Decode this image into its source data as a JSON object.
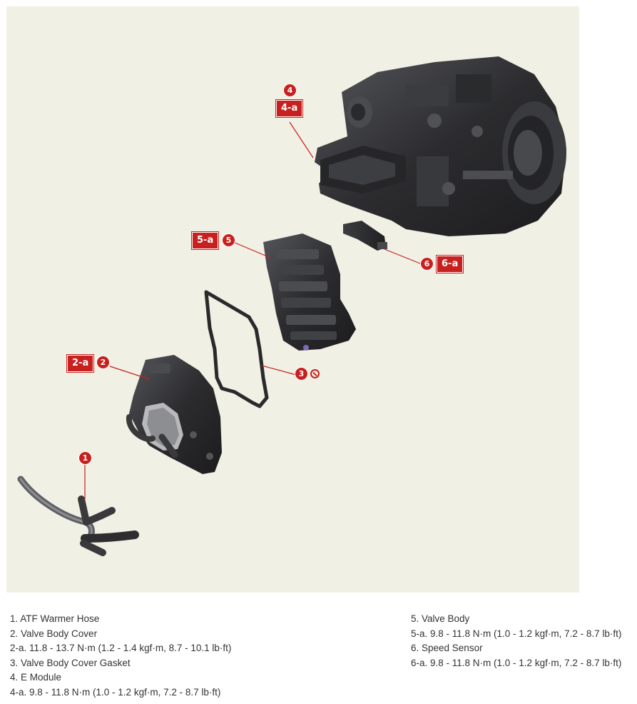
{
  "callouts": {
    "c1": "1",
    "c2": "2",
    "c2a": "2-a",
    "c3": "3",
    "c4": "4",
    "c4a": "4-a",
    "c5": "5",
    "c5a": "5-a",
    "c6": "6",
    "c6a": "6-a"
  },
  "legend_left": [
    "1. ATF Warmer Hose",
    "2. Valve Body Cover",
    "2-a. 11.8 - 13.7 N·m (1.2 - 1.4 kgf·m, 8.7 - 10.1 lb·ft)",
    "3. Valve Body Cover Gasket",
    "4. E Module",
    "4-a. 9.8 - 11.8 N·m (1.0 - 1.2 kgf·m, 7.2 - 8.7 lb·ft)"
  ],
  "legend_right": [
    "5. Valve Body",
    "5-a. 9.8 - 11.8 N·m (1.0 - 1.2 kgf·m, 7.2 - 8.7 lb·ft)",
    "6. Speed Sensor",
    "6-a. 9.8 - 11.8 N·m (1.0 - 1.2 kgf·m, 7.2 - 8.7 lb·ft)"
  ],
  "colors": {
    "figure_background": "#f1f0e5",
    "callout_red": "#c8201e",
    "part_dark": "#2e2e30"
  }
}
